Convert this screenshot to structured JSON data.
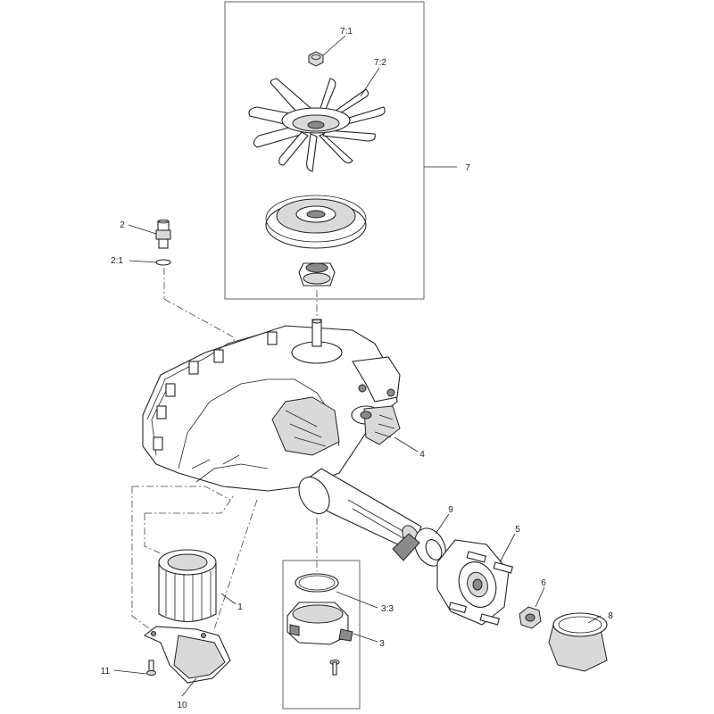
{
  "callouts": {
    "c7_1": "7:1",
    "c7_2": "7:2",
    "c7": "7",
    "c2": "2",
    "c2_1": "2:1",
    "c4": "4",
    "c9": "9",
    "c5": "5",
    "c1": "1",
    "c3_3": "3:3",
    "c6": "6",
    "c8": "8",
    "c3": "3",
    "c11": "11",
    "c10": "10"
  }
}
